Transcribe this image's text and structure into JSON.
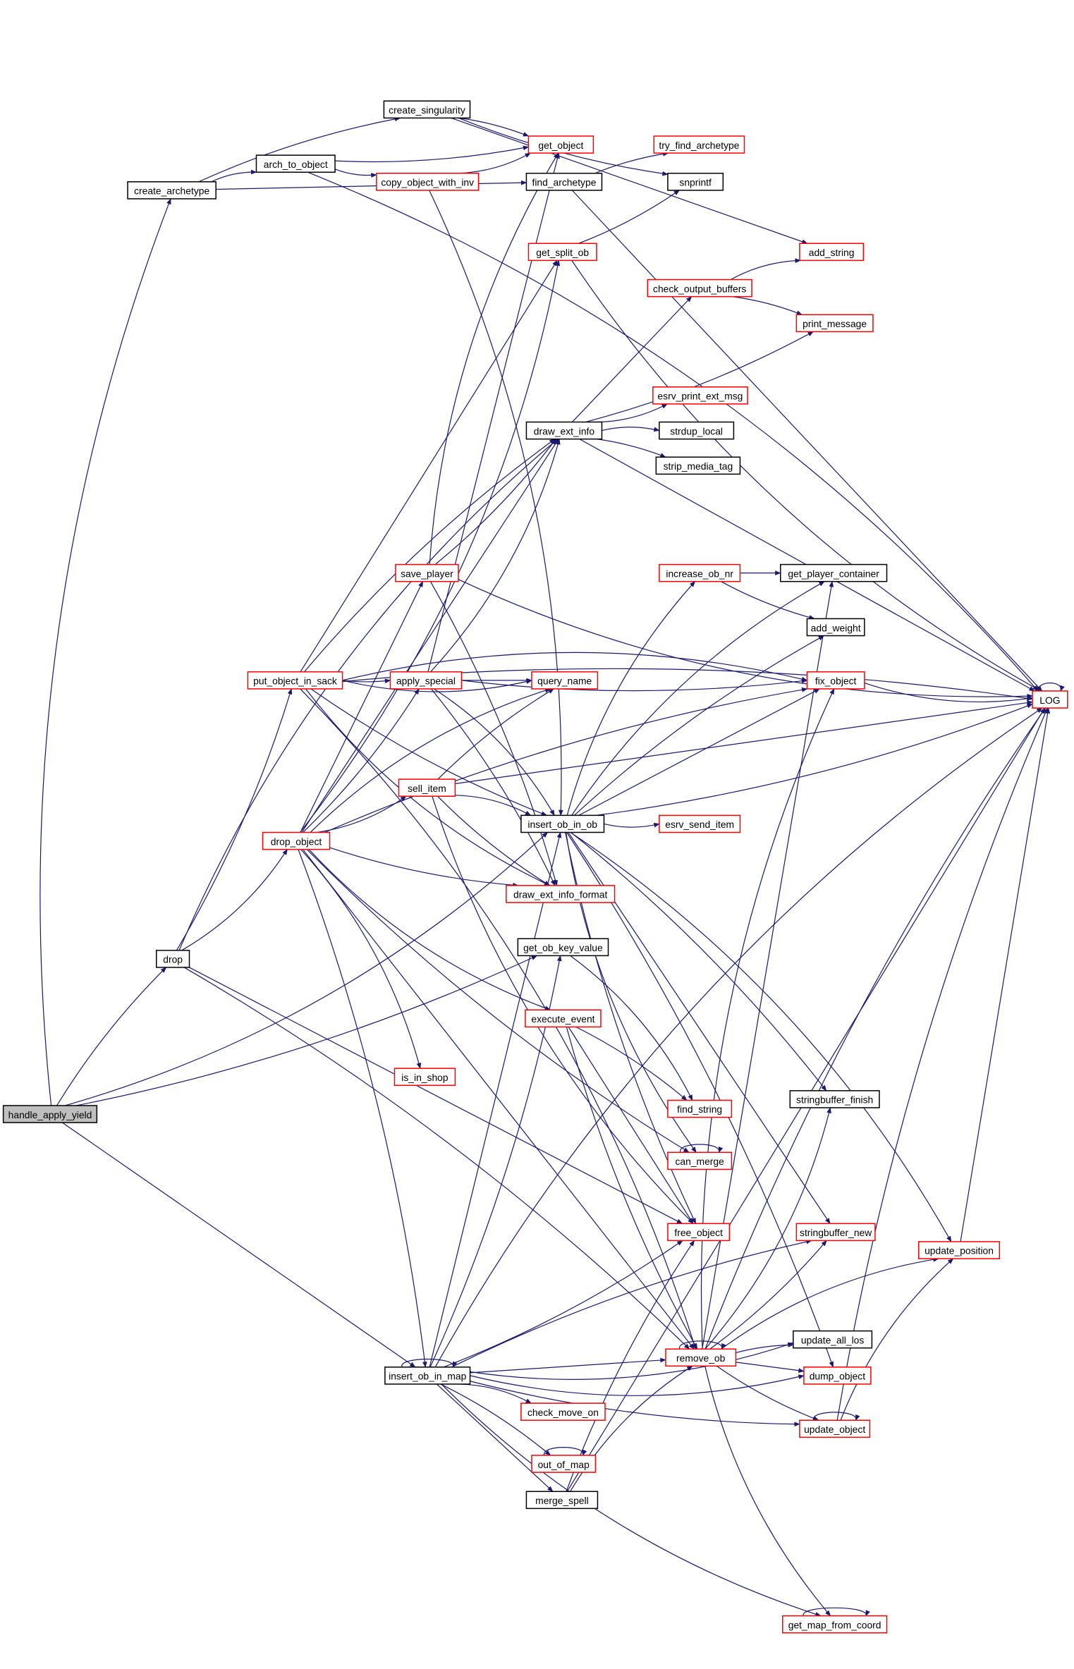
{
  "title": "handle_apply_yield call graph",
  "colors": {
    "edge": "#191970",
    "root_fill": "#bfbfbf",
    "truncated_border": "#ff0000",
    "normal_border": "#000000"
  },
  "nodes": [
    {
      "id": "handle_apply_yield",
      "label": "handle_apply_yield",
      "root": true
    },
    {
      "id": "create_archetype",
      "label": "create_archetype"
    },
    {
      "id": "arch_to_object",
      "label": "arch_to_object"
    },
    {
      "id": "create_singularity",
      "label": "create_singularity"
    },
    {
      "id": "copy_object_with_inv",
      "label": "copy_object_with_inv",
      "truncated": true
    },
    {
      "id": "get_object",
      "label": "get_object",
      "truncated": true
    },
    {
      "id": "find_archetype",
      "label": "find_archetype"
    },
    {
      "id": "try_find_archetype",
      "label": "try_find_archetype",
      "truncated": true
    },
    {
      "id": "snprintf",
      "label": "snprintf"
    },
    {
      "id": "get_split_ob",
      "label": "get_split_ob",
      "truncated": true
    },
    {
      "id": "add_string",
      "label": "add_string",
      "truncated": true
    },
    {
      "id": "check_output_buffers",
      "label": "check_output_buffers",
      "truncated": true
    },
    {
      "id": "print_message",
      "label": "print_message",
      "truncated": true
    },
    {
      "id": "esrv_print_ext_msg",
      "label": "esrv_print_ext_msg",
      "truncated": true
    },
    {
      "id": "draw_ext_info",
      "label": "draw_ext_info"
    },
    {
      "id": "strdup_local",
      "label": "strdup_local"
    },
    {
      "id": "strip_media_tag",
      "label": "strip_media_tag"
    },
    {
      "id": "save_player",
      "label": "save_player",
      "truncated": true
    },
    {
      "id": "increase_ob_nr",
      "label": "increase_ob_nr",
      "truncated": true
    },
    {
      "id": "get_player_container",
      "label": "get_player_container"
    },
    {
      "id": "add_weight",
      "label": "add_weight"
    },
    {
      "id": "put_object_in_sack",
      "label": "put_object_in_sack",
      "truncated": true
    },
    {
      "id": "apply_special",
      "label": "apply_special",
      "truncated": true
    },
    {
      "id": "query_name",
      "label": "query_name",
      "truncated": true
    },
    {
      "id": "fix_object",
      "label": "fix_object",
      "truncated": true
    },
    {
      "id": "LOG",
      "label": "LOG",
      "truncated": true
    },
    {
      "id": "sell_item",
      "label": "sell_item",
      "truncated": true
    },
    {
      "id": "insert_ob_in_ob",
      "label": "insert_ob_in_ob"
    },
    {
      "id": "esrv_send_item",
      "label": "esrv_send_item",
      "truncated": true
    },
    {
      "id": "drop_object",
      "label": "drop_object",
      "truncated": true
    },
    {
      "id": "draw_ext_info_format",
      "label": "draw_ext_info_format",
      "truncated": true
    },
    {
      "id": "drop",
      "label": "drop"
    },
    {
      "id": "get_ob_key_value",
      "label": "get_ob_key_value"
    },
    {
      "id": "execute_event",
      "label": "execute_event",
      "truncated": true
    },
    {
      "id": "is_in_shop",
      "label": "is_in_shop",
      "truncated": true
    },
    {
      "id": "find_string",
      "label": "find_string",
      "truncated": true
    },
    {
      "id": "stringbuffer_finish",
      "label": "stringbuffer_finish"
    },
    {
      "id": "can_merge",
      "label": "can_merge",
      "truncated": true
    },
    {
      "id": "free_object",
      "label": "free_object",
      "truncated": true
    },
    {
      "id": "stringbuffer_new",
      "label": "stringbuffer_new",
      "truncated": true
    },
    {
      "id": "update_position",
      "label": "update_position",
      "truncated": true
    },
    {
      "id": "update_all_los",
      "label": "update_all_los"
    },
    {
      "id": "remove_ob",
      "label": "remove_ob",
      "truncated": true
    },
    {
      "id": "insert_ob_in_map",
      "label": "insert_ob_in_map"
    },
    {
      "id": "dump_object",
      "label": "dump_object",
      "truncated": true
    },
    {
      "id": "check_move_on",
      "label": "check_move_on",
      "truncated": true
    },
    {
      "id": "update_object",
      "label": "update_object",
      "truncated": true
    },
    {
      "id": "out_of_map",
      "label": "out_of_map",
      "truncated": true
    },
    {
      "id": "merge_spell",
      "label": "merge_spell"
    },
    {
      "id": "get_map_from_coord",
      "label": "get_map_from_coord",
      "truncated": true
    }
  ],
  "edges": [
    [
      "handle_apply_yield",
      "create_archetype"
    ],
    [
      "handle_apply_yield",
      "drop"
    ],
    [
      "handle_apply_yield",
      "insert_ob_in_map"
    ],
    [
      "handle_apply_yield",
      "get_ob_key_value"
    ],
    [
      "handle_apply_yield",
      "insert_ob_in_ob"
    ],
    [
      "create_archetype",
      "arch_to_object"
    ],
    [
      "create_archetype",
      "create_singularity"
    ],
    [
      "create_archetype",
      "find_archetype"
    ],
    [
      "arch_to_object",
      "get_object"
    ],
    [
      "arch_to_object",
      "copy_object_with_inv"
    ],
    [
      "arch_to_object",
      "LOG"
    ],
    [
      "create_singularity",
      "get_object"
    ],
    [
      "create_singularity",
      "add_string"
    ],
    [
      "create_singularity",
      "snprintf"
    ],
    [
      "copy_object_with_inv",
      "get_object"
    ],
    [
      "copy_object_with_inv",
      "insert_ob_in_ob"
    ],
    [
      "find_archetype",
      "try_find_archetype"
    ],
    [
      "find_archetype",
      "LOG"
    ],
    [
      "get_split_ob",
      "snprintf"
    ],
    [
      "get_split_ob",
      "LOG"
    ],
    [
      "check_output_buffers",
      "add_string"
    ],
    [
      "check_output_buffers",
      "print_message"
    ],
    [
      "draw_ext_info",
      "check_output_buffers"
    ],
    [
      "draw_ext_info",
      "print_message"
    ],
    [
      "draw_ext_info",
      "esrv_print_ext_msg"
    ],
    [
      "draw_ext_info",
      "strdup_local"
    ],
    [
      "draw_ext_info",
      "strip_media_tag"
    ],
    [
      "draw_ext_info",
      "LOG"
    ],
    [
      "drop",
      "put_object_in_sack"
    ],
    [
      "drop",
      "drop_object"
    ],
    [
      "drop",
      "draw_ext_info"
    ],
    [
      "drop",
      "remove_ob"
    ],
    [
      "drop",
      "free_object"
    ],
    [
      "put_object_in_sack",
      "apply_special"
    ],
    [
      "put_object_in_sack",
      "query_name"
    ],
    [
      "put_object_in_sack",
      "fix_object"
    ],
    [
      "put_object_in_sack",
      "draw_ext_info"
    ],
    [
      "put_object_in_sack",
      "get_split_ob"
    ],
    [
      "put_object_in_sack",
      "insert_ob_in_ob"
    ],
    [
      "put_object_in_sack",
      "draw_ext_info_format"
    ],
    [
      "put_object_in_sack",
      "remove_ob"
    ],
    [
      "put_object_in_sack",
      "LOG"
    ],
    [
      "apply_special",
      "query_name"
    ],
    [
      "apply_special",
      "fix_object"
    ],
    [
      "apply_special",
      "draw_ext_info"
    ],
    [
      "apply_special",
      "insert_ob_in_ob"
    ],
    [
      "apply_special",
      "draw_ext_info_format"
    ],
    [
      "apply_special",
      "get_object"
    ],
    [
      "save_player",
      "draw_ext_info"
    ],
    [
      "save_player",
      "LOG"
    ],
    [
      "save_player",
      "get_object"
    ],
    [
      "save_player",
      "draw_ext_info_format"
    ],
    [
      "drop_object",
      "save_player"
    ],
    [
      "drop_object",
      "apply_special"
    ],
    [
      "drop_object",
      "sell_item"
    ],
    [
      "drop_object",
      "query_name"
    ],
    [
      "drop_object",
      "fix_object"
    ],
    [
      "drop_object",
      "draw_ext_info"
    ],
    [
      "drop_object",
      "draw_ext_info_format"
    ],
    [
      "drop_object",
      "execute_event"
    ],
    [
      "drop_object",
      "is_in_shop"
    ],
    [
      "drop_object",
      "insert_ob_in_map"
    ],
    [
      "drop_object",
      "remove_ob"
    ],
    [
      "drop_object",
      "can_merge"
    ],
    [
      "drop_object",
      "get_split_ob"
    ],
    [
      "sell_item",
      "insert_ob_in_ob"
    ],
    [
      "sell_item",
      "query_name"
    ],
    [
      "sell_item",
      "LOG"
    ],
    [
      "sell_item",
      "draw_ext_info_format"
    ],
    [
      "sell_item",
      "free_object"
    ],
    [
      "insert_ob_in_ob",
      "increase_ob_nr"
    ],
    [
      "insert_ob_in_ob",
      "add_weight"
    ],
    [
      "insert_ob_in_ob",
      "fix_object"
    ],
    [
      "insert_ob_in_ob",
      "LOG"
    ],
    [
      "insert_ob_in_ob",
      "esrv_send_item"
    ],
    [
      "insert_ob_in_ob",
      "get_player_container"
    ],
    [
      "insert_ob_in_ob",
      "stringbuffer_finish"
    ],
    [
      "insert_ob_in_ob",
      "stringbuffer_new"
    ],
    [
      "insert_ob_in_ob",
      "free_object"
    ],
    [
      "insert_ob_in_ob",
      "can_merge"
    ],
    [
      "insert_ob_in_ob",
      "update_position"
    ],
    [
      "insert_ob_in_ob",
      "dump_object"
    ],
    [
      "increase_ob_nr",
      "get_player_container"
    ],
    [
      "increase_ob_nr",
      "add_weight"
    ],
    [
      "fix_object",
      "LOG"
    ],
    [
      "get_ob_key_value",
      "find_string"
    ],
    [
      "execute_event",
      "find_string"
    ],
    [
      "execute_event",
      "free_object"
    ],
    [
      "execute_event",
      "remove_ob"
    ],
    [
      "can_merge",
      "can_merge"
    ],
    [
      "remove_ob",
      "fix_object"
    ],
    [
      "remove_ob",
      "LOG"
    ],
    [
      "remove_ob",
      "get_player_container"
    ],
    [
      "remove_ob",
      "stringbuffer_new"
    ],
    [
      "remove_ob",
      "stringbuffer_finish"
    ],
    [
      "remove_ob",
      "update_position"
    ],
    [
      "remove_ob",
      "update_all_los"
    ],
    [
      "remove_ob",
      "dump_object"
    ],
    [
      "remove_ob",
      "update_object"
    ],
    [
      "remove_ob",
      "get_map_from_coord"
    ],
    [
      "remove_ob",
      "remove_ob"
    ],
    [
      "insert_ob_in_map",
      "insert_ob_in_map"
    ],
    [
      "insert_ob_in_map",
      "remove_ob"
    ],
    [
      "insert_ob_in_map",
      "free_object"
    ],
    [
      "insert_ob_in_map",
      "update_all_los"
    ],
    [
      "insert_ob_in_map",
      "check_move_on"
    ],
    [
      "insert_ob_in_map",
      "out_of_map"
    ],
    [
      "insert_ob_in_map",
      "merge_spell"
    ],
    [
      "insert_ob_in_map",
      "update_object"
    ],
    [
      "insert_ob_in_map",
      "get_map_from_coord"
    ],
    [
      "insert_ob_in_map",
      "LOG"
    ],
    [
      "insert_ob_in_map",
      "stringbuffer_new"
    ],
    [
      "insert_ob_in_map",
      "insert_ob_in_ob"
    ],
    [
      "insert_ob_in_map",
      "get_ob_key_value"
    ],
    [
      "insert_ob_in_map",
      "dump_object"
    ],
    [
      "merge_spell",
      "remove_ob"
    ],
    [
      "merge_spell",
      "free_object"
    ],
    [
      "merge_spell",
      "LOG"
    ],
    [
      "out_of_map",
      "out_of_map"
    ],
    [
      "update_object",
      "update_object"
    ],
    [
      "update_object",
      "update_position"
    ],
    [
      "update_object",
      "LOG"
    ],
    [
      "update_position",
      "LOG"
    ],
    [
      "get_map_from_coord",
      "get_map_from_coord"
    ],
    [
      "LOG",
      "LOG"
    ]
  ]
}
